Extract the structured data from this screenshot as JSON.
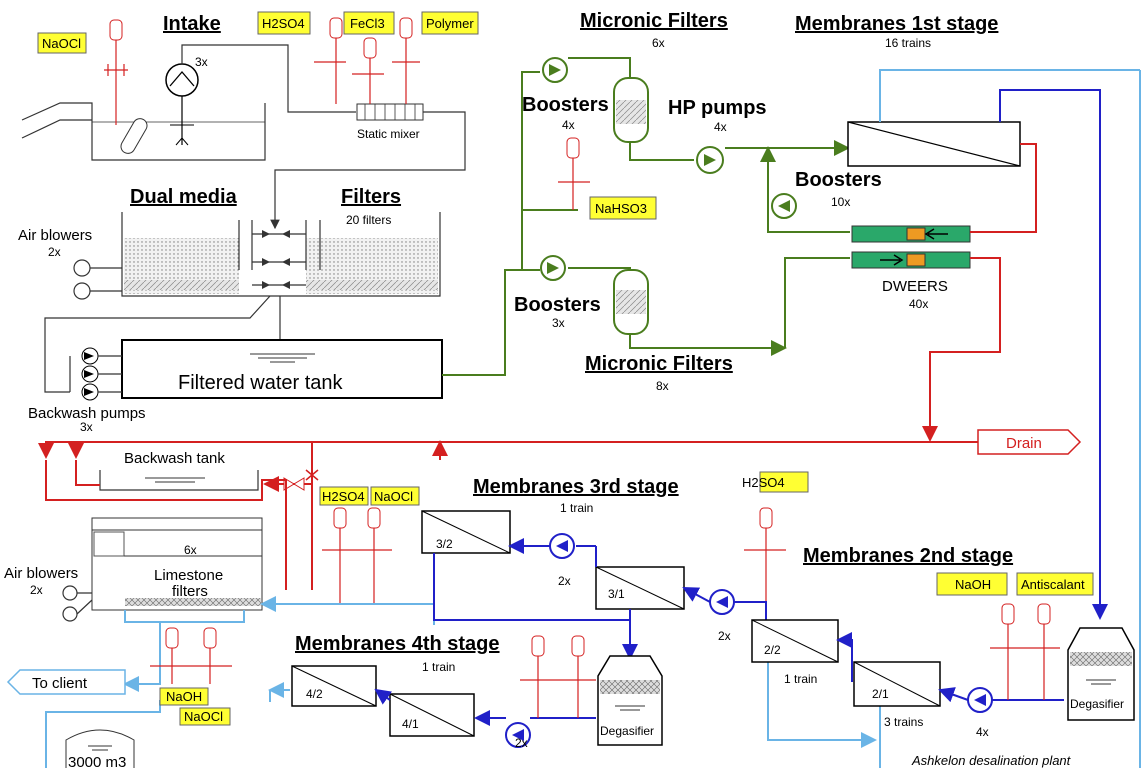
{
  "titles": {
    "intake": "Intake",
    "micronic_filters_top": "Micronic Filters",
    "membranes_1st": "Membranes 1st stage",
    "dual_media": "Dual media",
    "filters": "Filters",
    "membranes_3rd": "Membranes 3rd stage",
    "membranes_2nd": "Membranes 2nd stage",
    "membranes_4th": "Membranes 4th stage",
    "micronic_filters_bottom": "Micronic Filters"
  },
  "labels": {
    "intake_count": "3x",
    "static_mixer": "Static mixer",
    "micronic_top_count": "6x",
    "trains_16": "16 trains",
    "boosters_top": "Boosters",
    "boosters_top_count": "4x",
    "hp_pumps": "HP pumps",
    "hp_pumps_count": "4x",
    "boosters_mid": "Boosters",
    "boosters_mid_count": "10x",
    "filters_count": "20 filters",
    "air_blowers_top": "Air blowers",
    "air_blowers_top_count": "2x",
    "boosters_low": "Boosters",
    "boosters_low_count": "3x",
    "dweers": "DWEERS",
    "dweers_count": "40x",
    "micronic_bottom_count": "8x",
    "filtered_water_tank": "Filtered water tank",
    "backwash_pumps": "Backwash pumps",
    "backwash_pumps_count": "3x",
    "drain": "Drain",
    "backwash_tank": "Backwash tank",
    "m3_trains": "1 train",
    "m3_a": "3/2",
    "m3_b": "3/1",
    "m3_pump_count": "2x",
    "limestone_count": "6x",
    "limestone_filters_1": "Limestone",
    "limestone_filters_2": "filters",
    "air_blowers_bottom": "Air blowers",
    "air_blowers_bottom_count": "2x",
    "m2_pump_count": "2x",
    "m2_a": "2/2",
    "m2_b": "2/1",
    "m2_train_a": "1 train",
    "m2_train_b": "3 trains",
    "m4_trains": "1 train",
    "m4_a": "4/2",
    "m4_b": "4/1",
    "m4_pump_count": "2x",
    "to_client": "To client",
    "degasifier_1": "Degasifier",
    "degasifier_2": "Degasifier",
    "final_pump_count": "4x",
    "storage": "3000 m3",
    "caption": "Ashkelon desalination plant"
  },
  "chemicals": {
    "naocl_top": "NaOCl",
    "h2so4_top": "H2SO4",
    "fecl3": "FeCl3",
    "polymer": "Polymer",
    "nahso3": "NaHSO3",
    "h2so4_mid": "H2SO4",
    "naocl_mid": "NaOCl",
    "h2so4_right": "H2SO4",
    "naoh_right": "NaOH",
    "antiscalant": "Antiscalant",
    "naoh_bottom": "NaOH",
    "naocl_bottom": "NaOCl"
  },
  "colors": {
    "feed_line": "#4a7d1e",
    "brine_line": "#d42020",
    "permeate_line": "#2020c8",
    "product_line": "#6ab4e6",
    "chemical_tag": "#ffff33"
  }
}
